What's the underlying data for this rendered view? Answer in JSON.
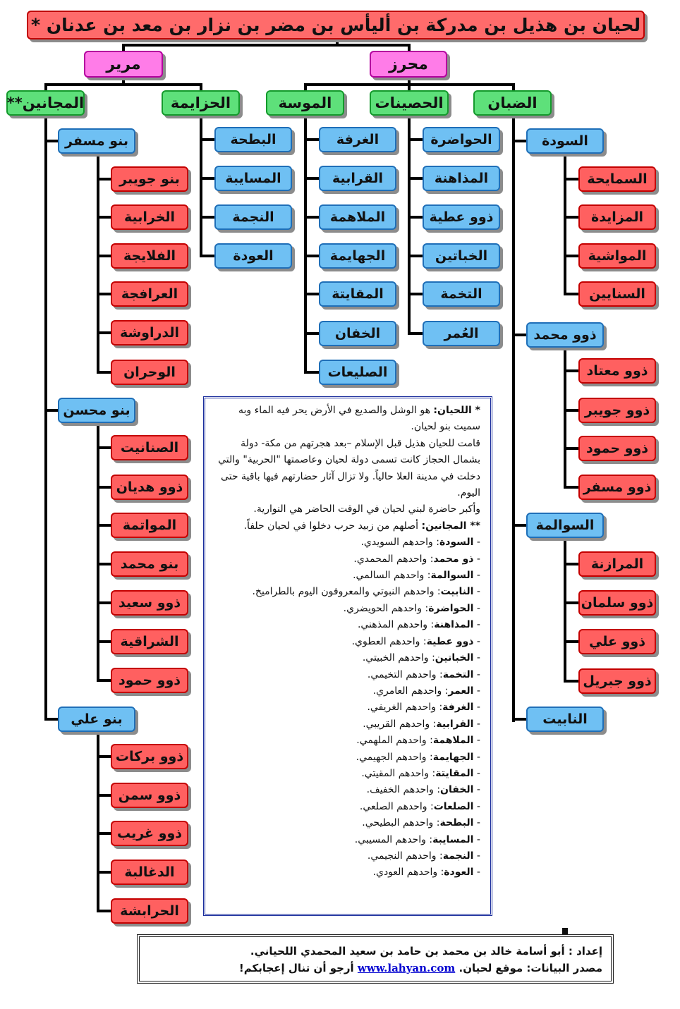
{
  "title": "لحيان بن هذيل بن مدركة بن أليأس بن مضر بن نزار بن معد بن عدنان *",
  "branches": [
    {
      "key": "muhriz",
      "label": "محرز",
      "groups": [
        {
          "key": "dibaan",
          "label": "الضبان",
          "subgroups": [
            {
              "key": "sawda",
              "label": "السودة",
              "items": [
                "السمايحة",
                "المزايدة",
                "المواشية",
                "السنايين"
              ]
            },
            {
              "key": "dhumohammad",
              "label": "ذوو محمد",
              "items": [
                "ذوو معتاد",
                "ذوو جويبر",
                "ذوو حمود",
                "ذوو مسفر"
              ]
            },
            {
              "key": "sawalma",
              "label": "السوالمة",
              "items": [
                "المرازنة",
                "ذوو سلمان",
                "ذوو علي",
                "ذوو جبريل"
              ]
            },
            {
              "key": "nawabit",
              "label": "النابيت",
              "items": []
            }
          ]
        },
        {
          "key": "husaynat",
          "label": "الحصينات",
          "items": [
            "الحواضرة",
            "المذاهنة",
            "ذوو عطية",
            "الخباتين",
            "التخمة",
            "العُمر"
          ]
        },
        {
          "key": "mawsa",
          "label": "الموسة",
          "items": [
            "الغرفة",
            "القرابية",
            "الملاهمة",
            "الجهايمة",
            "المقايتة",
            "الخفان",
            "الصليعات"
          ]
        }
      ]
    },
    {
      "key": "murair",
      "label": "مرير",
      "groups": [
        {
          "key": "hazayma",
          "label": "الحزايمة",
          "items": [
            "البطحة",
            "المسايبة",
            "النجمة",
            "العودة"
          ]
        },
        {
          "key": "majanin",
          "label": "المجانين**",
          "subgroups": [
            {
              "key": "banumisfir",
              "label": "بنو مسفر",
              "items": [
                "بنو جويبر",
                "الخرابية",
                "الفلايجة",
                "العرافجة",
                "الدراوشة",
                "الوحران"
              ]
            },
            {
              "key": "banumuhsin",
              "label": "بنو محسن",
              "items": [
                "الصنانيت",
                "ذوو هديان",
                "المواتمة",
                "بنو محمد",
                "ذوو سعيد",
                "الشراقية",
                "ذوو حمود"
              ]
            },
            {
              "key": "banuali",
              "label": "بنو علي",
              "items": [
                "ذوو بركات",
                "ذوو سمن",
                "ذوو غريب",
                "الدغالبة",
                "الحرابشة"
              ]
            }
          ]
        }
      ]
    }
  ],
  "notes": {
    "intro": [
      {
        "term": "* اللحيان:",
        "text": " هو الوشل والصديع في الأرض يحر فيه الماء وبه سميت بنو لحيان."
      },
      {
        "term": "",
        "text": "قامت للحيان هذيل قبل الإسلام –بعد هجرتهم من مكة- دولة بشمال الحجاز كانت تسمى دولة لحيان وعاصمتها \"الحربية\" والتي دخلت في مدينة العلا حالياً. ولا تزال آثار حضارتهم فيها باقية حتى اليوم."
      },
      {
        "term": "",
        "text": "وأكبر حاضرة لبني لحيان في الوقت الحاضر هي النوارية."
      },
      {
        "term": "** المجانين:",
        "text": " أصلهم من زبيد حرب دخلوا في لحيان حلفاً."
      }
    ],
    "entries": [
      {
        "term": "السودة",
        "text": ": واحدهم السويدي."
      },
      {
        "term": "ذو محمد",
        "text": ": واحدهم المحمدي."
      },
      {
        "term": "السوالمة",
        "text": ": واحدهم السالمي."
      },
      {
        "term": "النابيت",
        "text": ": واحدهم النبوتي والمعروفون اليوم بالطراميخ."
      },
      {
        "term": "الحواضرة",
        "text": ": واحدهم الحويضري."
      },
      {
        "term": "المذاهنة",
        "text": ": واحدهم المذهني."
      },
      {
        "term": "ذوو عطية",
        "text": ": واحدهم العطوي."
      },
      {
        "term": "الخباتين",
        "text": ": واحدهم الخبيتي."
      },
      {
        "term": "التخمة",
        "text": ": واحدهم التخيمي."
      },
      {
        "term": "العمر",
        "text": ": واحدهم العامري."
      },
      {
        "term": "الغرفة",
        "text": ": واحدهم الغريفي."
      },
      {
        "term": "القرابية",
        "text": ": واحدهم القريبي."
      },
      {
        "term": "الملاهمة",
        "text": ": واحدهم الملهمي."
      },
      {
        "term": "الجهايمة",
        "text": ": واحدهم الجهيمي."
      },
      {
        "term": "المقايتة",
        "text": ": واحدهم المقيتي."
      },
      {
        "term": "الخفان",
        "text": ": واحدهم الخفيف."
      },
      {
        "term": "الصلعات",
        "text": ": واحدهم الصلعي."
      },
      {
        "term": "البطحة",
        "text": ": واحدهم البطيحي."
      },
      {
        "term": "المسايبة",
        "text": ": واحدهم المسيبي."
      },
      {
        "term": "النجمة",
        "text": ": واحدهم النجيمي."
      },
      {
        "term": "العودة",
        "text": ": واحدهم العودي."
      }
    ]
  },
  "footer": {
    "line1": "إعداد : أبو أسامة خالد بن محمد بن حامد بن سعيد المحمدي اللحياني.",
    "line2_prefix": "مصدر البيانات: موقع لحيان. ",
    "link": "www.lahyan.com",
    "line2_suffix": " أرجو أن تنال إعجابكم!"
  },
  "colors": {
    "title_fill": "#ff6b6b",
    "branch_fill": "#ff7ce8",
    "group_fill": "#5ee07a",
    "subgroup_fill": "#6fc0f3",
    "leaf_fill": "#ff6060",
    "connector": "#000000",
    "notes_border": "#1a2d9c"
  }
}
